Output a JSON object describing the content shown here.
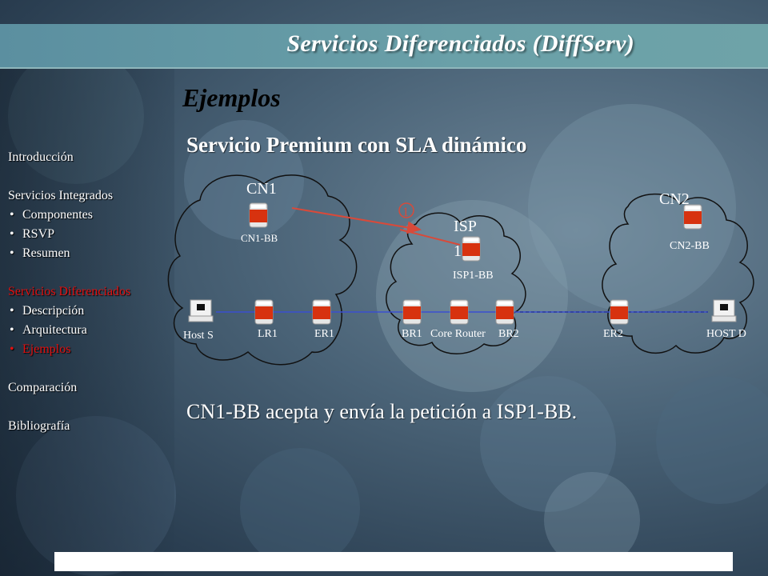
{
  "title": "Servicios Diferenciados (DiffServ)",
  "subtitle": "Ejemplos",
  "heading": "Servicio Premium con SLA dinámico",
  "nav": {
    "introduccion": "Introducción",
    "integrados": "Servicios Integrados",
    "componentes": "Componentes",
    "rsvp": "RSVP",
    "resumen": "Resumen",
    "diferenciados": "Servicios Diferenciados",
    "descripcion": "Descripción",
    "arquitectura": "Arquitectura",
    "ejemplos": "Ejemplos",
    "comparacion": "Comparación",
    "bibliografia": "Bibliografía"
  },
  "diagram": {
    "cn1": "CN1",
    "cn1_bb": "CN1-BB",
    "isp": "ISP",
    "isp_num": "1",
    "isp1_bb": "ISP1-BB",
    "cn2": "CN2",
    "cn2_bb": "CN2-BB",
    "step": "1",
    "nodes": {
      "host_s": "Host S",
      "lr1": "LR1",
      "er1": "ER1",
      "br1": "BR1",
      "core": "Core Router",
      "br2": "BR2",
      "er2": "ER2",
      "host_d": "HOST D"
    }
  },
  "caption": "CN1-BB acepta y envía la petición a ISP1-BB.",
  "colors": {
    "router": "#d7320f",
    "titlebar": "#6aa0a8",
    "active_nav": "#e01010",
    "arrow": "#d84a3a",
    "link": "#3a4fd0"
  }
}
